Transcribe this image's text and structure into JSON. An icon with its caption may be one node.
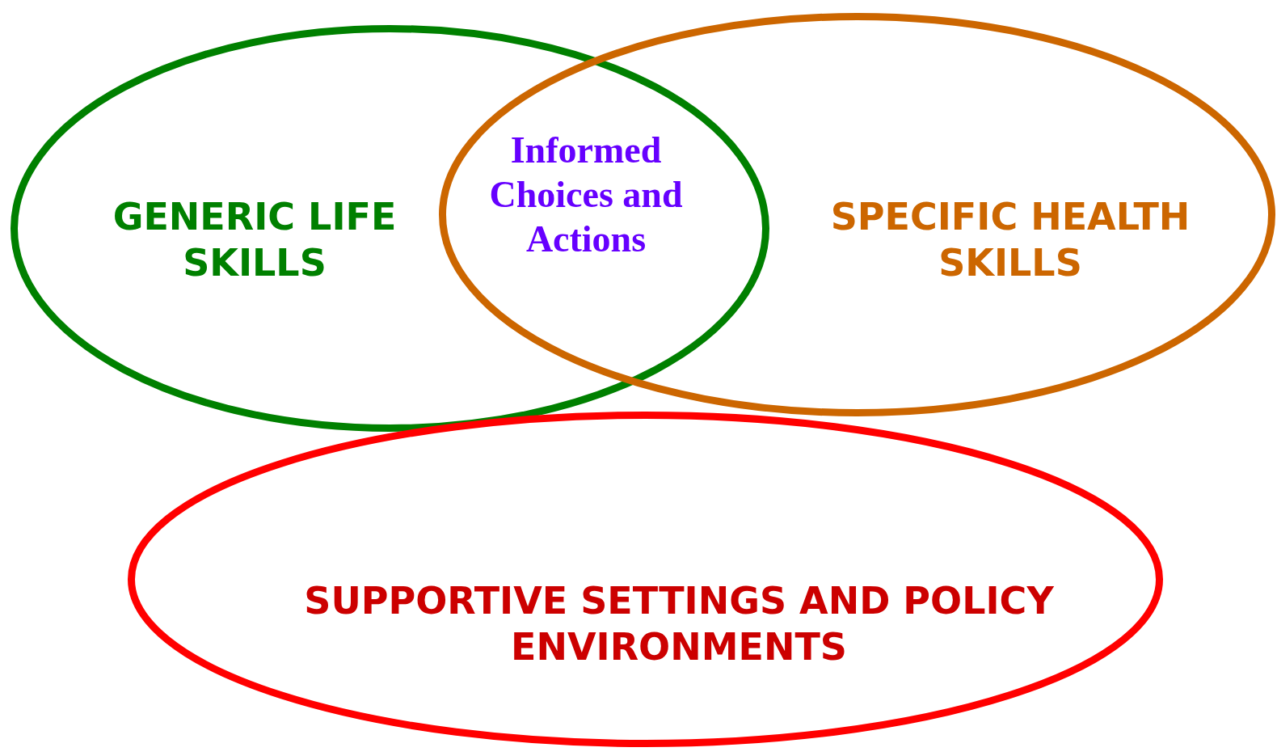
{
  "diagram": {
    "nodes": [
      {
        "text": [
          "GENERIC LIFE SKILLS"
        ]
      },
      {
        "text": [
          "SPECIFIC HEALTH SKILLS"
        ]
      },
      {
        "text": [
          "SUPPORTIVE SETTINGS AND POLICY ENVIRONMENTS"
        ]
      }
    ],
    "labels": [
      "Informed Choices and Actions"
    ]
  }
}
